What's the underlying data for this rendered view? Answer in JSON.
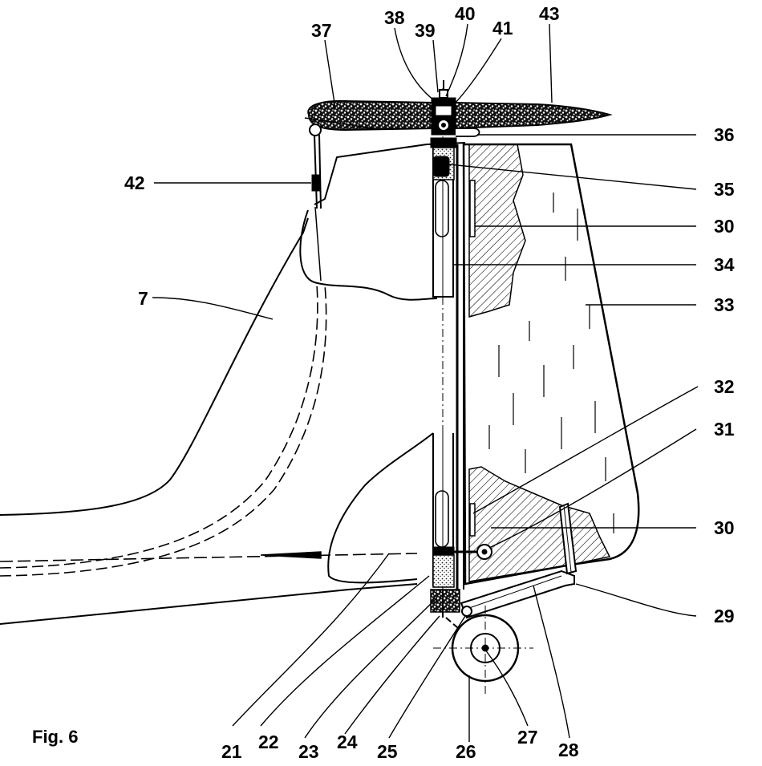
{
  "figure": {
    "caption": "Fig. 6"
  },
  "callouts": [
    {
      "id": "n37",
      "label": "37"
    },
    {
      "id": "n38",
      "label": "38"
    },
    {
      "id": "n39",
      "label": "39"
    },
    {
      "id": "n40",
      "label": "40"
    },
    {
      "id": "n41",
      "label": "41"
    },
    {
      "id": "n43",
      "label": "43"
    },
    {
      "id": "n36",
      "label": "36"
    },
    {
      "id": "n42",
      "label": "42"
    },
    {
      "id": "n35",
      "label": "35"
    },
    {
      "id": "n30a",
      "label": "30"
    },
    {
      "id": "n34",
      "label": "34"
    },
    {
      "id": "n7",
      "label": "7"
    },
    {
      "id": "n33",
      "label": "33"
    },
    {
      "id": "n32",
      "label": "32"
    },
    {
      "id": "n31",
      "label": "31"
    },
    {
      "id": "n30b",
      "label": "30"
    },
    {
      "id": "n29",
      "label": "29"
    },
    {
      "id": "n21",
      "label": "21"
    },
    {
      "id": "n22",
      "label": "22"
    },
    {
      "id": "n23",
      "label": "23"
    },
    {
      "id": "n24",
      "label": "24"
    },
    {
      "id": "n25",
      "label": "25"
    },
    {
      "id": "n26",
      "label": "26"
    },
    {
      "id": "n27",
      "label": "27"
    },
    {
      "id": "n28",
      "label": "28"
    }
  ]
}
